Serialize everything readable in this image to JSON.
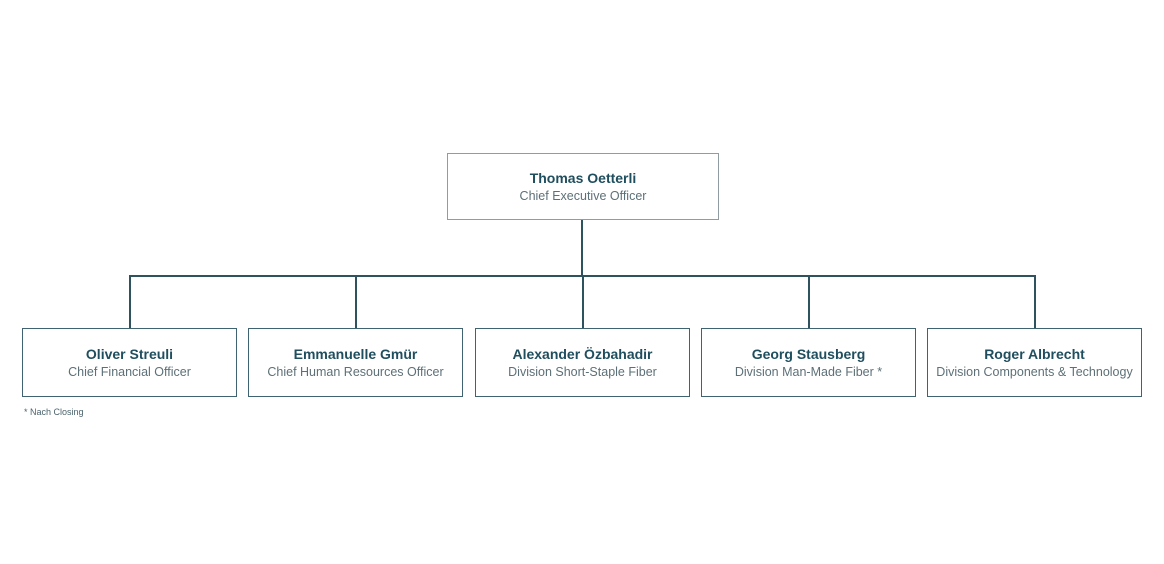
{
  "org_chart": {
    "root": {
      "name": "Thomas Oetterli",
      "role": "Chief Executive Officer"
    },
    "children": [
      {
        "name": "Oliver Streuli",
        "role": "Chief Financial Officer"
      },
      {
        "name": "Emmanuelle Gmür",
        "role": "Chief Human Resources Officer"
      },
      {
        "name": "Alexander Özbahadir",
        "role": "Division Short-Staple Fiber"
      },
      {
        "name": "Georg Stausberg",
        "role": "Division Man-Made Fiber *"
      },
      {
        "name": "Roger Albrecht",
        "role": "Division Components & Technology"
      }
    ],
    "footnote": "* Nach Closing"
  },
  "colors": {
    "background": "#ffffff",
    "root_box_border": "#8f9da2",
    "child_box_border": "#3f6370",
    "connector_line": "#2e525e",
    "name_text": "#1f4e5e",
    "role_text": "#5d7077",
    "footnote_text": "#4b636c"
  }
}
